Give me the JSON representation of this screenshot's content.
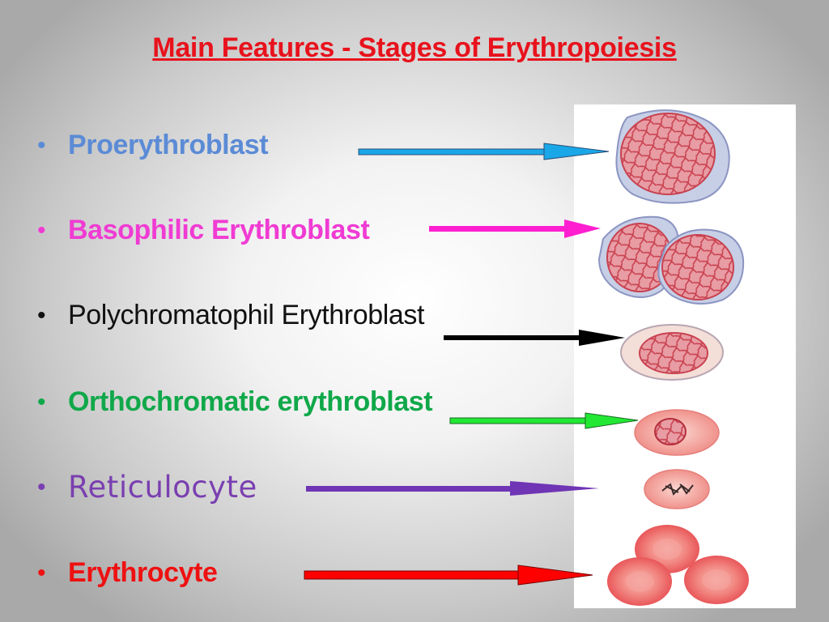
{
  "title": "Main Features - Stages of Erythropoiesis",
  "stages": [
    {
      "label": "Proerythroblast",
      "color": "#5b8bd6",
      "arrow_color": "#1aa7e8",
      "cell": "proerythroblast"
    },
    {
      "label": "Basophilic Erythroblast",
      "color": "#f03bd3",
      "arrow_color": "#ff1fd0",
      "cell": "basophilic-erythroblast-pair"
    },
    {
      "label": "Polychromatophil Erythroblast",
      "color": "#111111",
      "arrow_color": "#000000",
      "cell": "polychromatophil-erythroblast"
    },
    {
      "label": "Orthochromatic erythroblast",
      "color": "#10a84a",
      "arrow_color": "#22e834",
      "cell": "orthochromatic-erythroblast"
    },
    {
      "label": "Reticulocyte",
      "color": "#7a3fb0",
      "arrow_color": "#6f35b5",
      "cell": "reticulocyte"
    },
    {
      "label": "Erythrocyte",
      "color": "#ee1111",
      "arrow_color": "#ff0000",
      "cell": "erythrocyte-group"
    }
  ],
  "colors": {
    "cytoplasm_blue": "#c6cfe6",
    "cell_outline": "#8c95c2",
    "nucleus_fill": "#e89ca4",
    "nucleus_edge": "#c9414f",
    "rbc_fill": "#f2787a"
  }
}
